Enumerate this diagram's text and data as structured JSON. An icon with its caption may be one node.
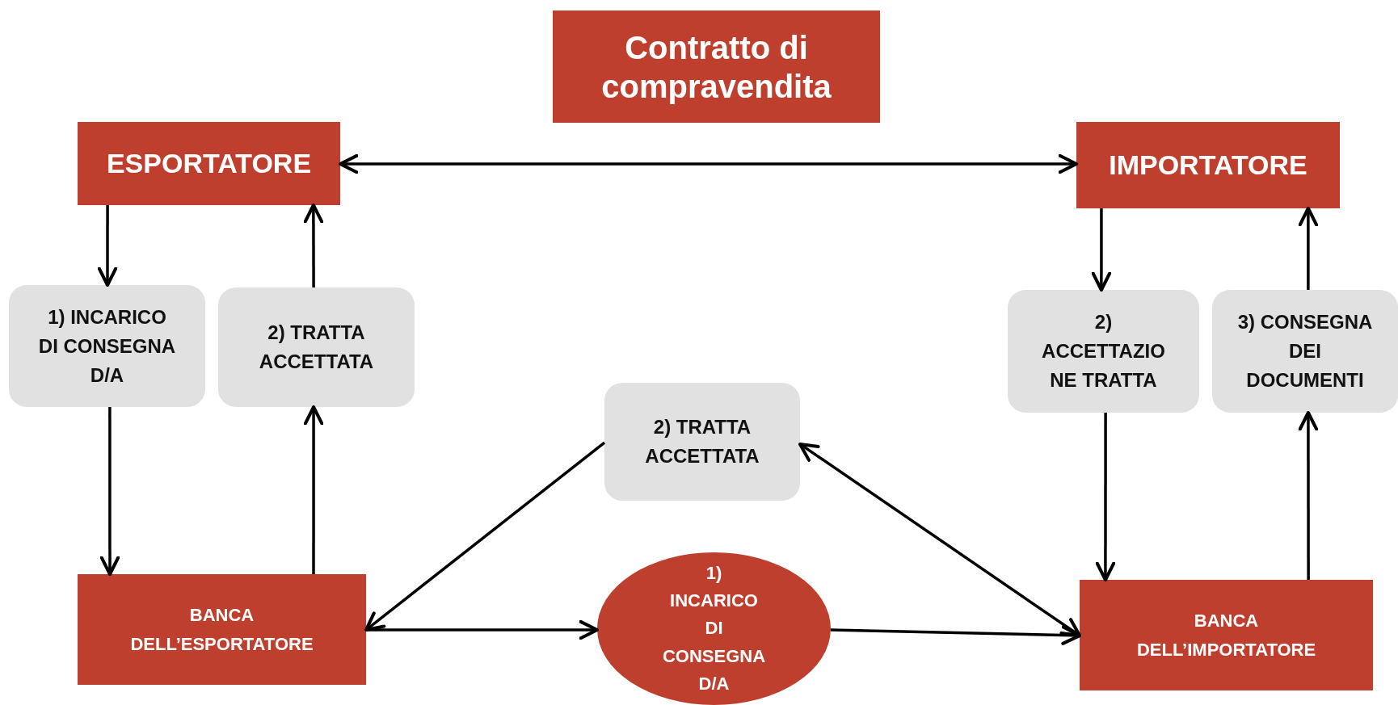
{
  "diagram": {
    "nodes": [
      {
        "text": [
          "Contratto di compravendita"
        ]
      },
      {
        "text": [
          "ESPORTATORE"
        ]
      },
      {
        "text": [
          "IMPORTATORE"
        ]
      },
      {
        "text": [
          "1) INCARICO DI CONSEGNA D/A"
        ]
      },
      {
        "text": [
          "2) TRATTA ACCETTATA"
        ]
      },
      {
        "text": [
          "2) ACCETTAZIO NE TRATTA"
        ]
      },
      {
        "text": [
          "3) CONSEGNA DEI DOCUMENTI"
        ]
      },
      {
        "text": [
          "2) TRATTA ACCETTATA"
        ]
      },
      {
        "text": [
          "BANCA DELL’ESPORTATORE"
        ]
      },
      {
        "text": [
          "1) INCARICO DI CONSEGNA D/A"
        ]
      },
      {
        "text": [
          "BANCA DELL’IMPORTATORE"
        ]
      }
    ],
    "edges": [
      {
        "from": 1,
        "to": 2,
        "arrow": "both"
      },
      {
        "from": 1,
        "to": 3,
        "arrow": "to"
      },
      {
        "from": 3,
        "to": 8,
        "arrow": "to"
      },
      {
        "from": 8,
        "to": 4,
        "arrow": "to"
      },
      {
        "from": 4,
        "to": 1,
        "arrow": "to"
      },
      {
        "from": 2,
        "to": 5,
        "arrow": "to"
      },
      {
        "from": 5,
        "to": 10,
        "arrow": "to"
      },
      {
        "from": 10,
        "to": 6,
        "arrow": "to"
      },
      {
        "from": 6,
        "to": 2,
        "arrow": "to"
      },
      {
        "from": 7,
        "to": 8,
        "arrow": "to"
      },
      {
        "from": 7,
        "to": 10,
        "arrow": "both"
      },
      {
        "from": 8,
        "to": 9,
        "arrow": "to"
      },
      {
        "from": 9,
        "to": 10,
        "arrow": "to"
      }
    ]
  }
}
